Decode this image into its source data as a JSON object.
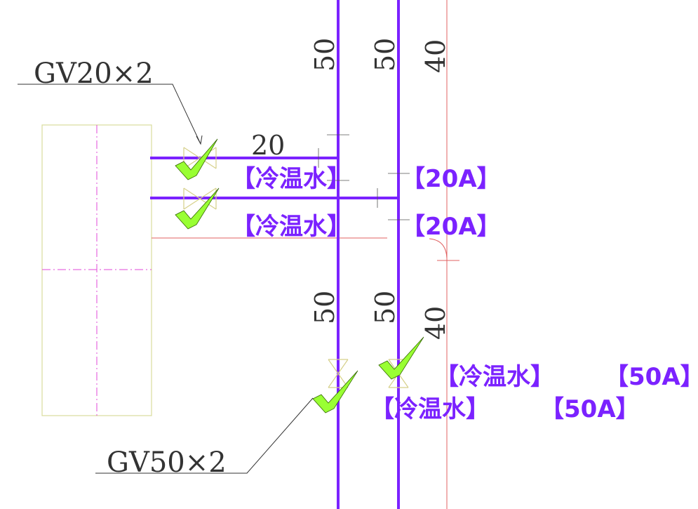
{
  "colors": {
    "pipe": "#7b22ff",
    "tag_text": "#7b22ff",
    "check": "#99ff33",
    "check_outline": "#336600",
    "equipment": "#d8dc9c",
    "valve": "#d6d08a",
    "center_line": "#e24ad8",
    "red_line": "#e06060",
    "leader": "#333333",
    "dim_text": "#333333"
  },
  "leaders": {
    "top": "GV20×2",
    "bottom": "GV50×2"
  },
  "dimensions": {
    "riser1_top": "50",
    "riser2_top": "50",
    "riser3_top": "40",
    "branch_size": "20",
    "riser1_bottom": "50",
    "riser2_bottom": "50",
    "riser3_bottom": "40"
  },
  "tags": {
    "branch1_service": "【冷温水】",
    "branch1_size": "【20A】",
    "branch2_service": "【冷温水】",
    "branch2_size": "【20A】",
    "riser2_service": "【冷温水】",
    "riser2_size": "【50A】",
    "riser1_service": "【冷温水】",
    "riser1_size": "【50A】"
  },
  "icons": {
    "check": "check-mark-icon",
    "valve": "gate-valve-icon"
  }
}
